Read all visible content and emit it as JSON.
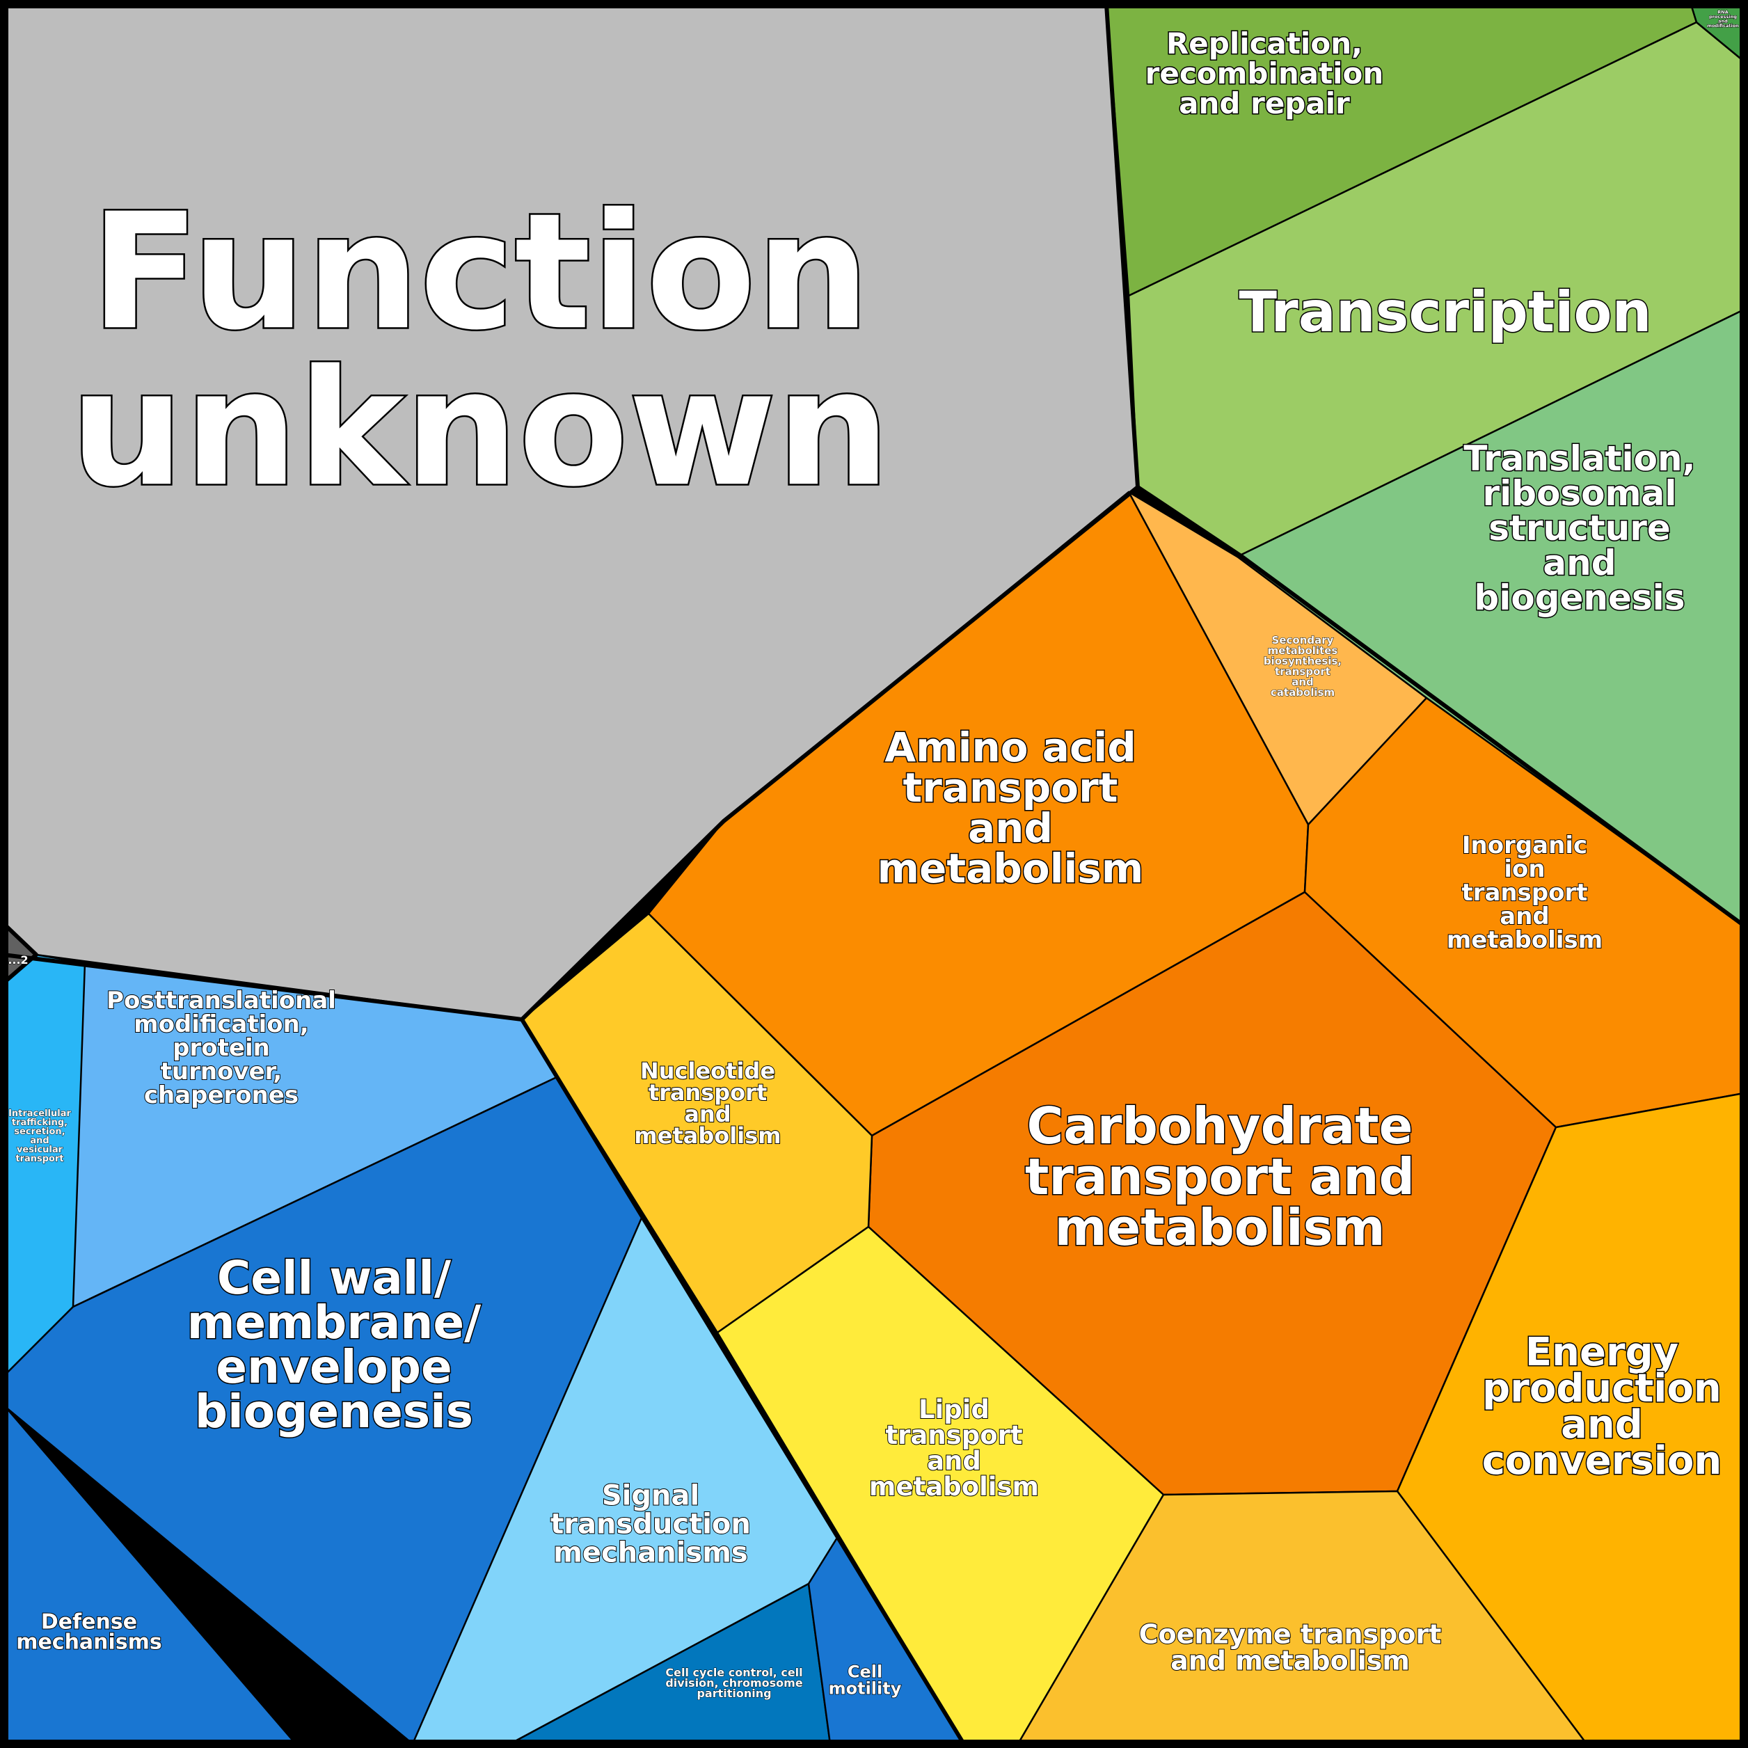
{
  "regions": [
    {
      "id": "function-unknown",
      "label": [
        "Function",
        "unknown"
      ],
      "color": "#bdbdbd"
    },
    {
      "id": "replication",
      "label": [
        "Replication,",
        "recombination",
        "and repair"
      ],
      "color": "#7cb342"
    },
    {
      "id": "transcription",
      "label": [
        "Transcription"
      ],
      "color": "#9ccc65"
    },
    {
      "id": "translation",
      "label": [
        "Translation,",
        "ribosomal",
        "structure",
        "and",
        "biogenesis"
      ],
      "color": "#81c784"
    },
    {
      "id": "rna-processing",
      "label": [
        "RNA",
        "processing",
        "and",
        "modification"
      ],
      "color": "#43a047"
    },
    {
      "id": "secondary-metabolites",
      "label": [
        "Secondary",
        "metabolites",
        "biosynthesis,",
        "transport",
        "and",
        "catabolism"
      ],
      "color": "#ffb74d"
    },
    {
      "id": "amino-acid",
      "label": [
        "Amino acid",
        "transport",
        "and",
        "metabolism"
      ],
      "color": "#fb8c00"
    },
    {
      "id": "inorganic-ion",
      "label": [
        "Inorganic",
        "ion",
        "transport",
        "and",
        "metabolism"
      ],
      "color": "#fb8c00"
    },
    {
      "id": "carbohydrate",
      "label": [
        "Carbohydrate",
        "transport and",
        "metabolism"
      ],
      "color": "#f57c00"
    },
    {
      "id": "nucleotide",
      "label": [
        "Nucleotide",
        "transport",
        "and",
        "metabolism"
      ],
      "color": "#ffca28"
    },
    {
      "id": "energy",
      "label": [
        "Energy",
        "production",
        "and",
        "conversion"
      ],
      "color": "#ffb300"
    },
    {
      "id": "lipid",
      "label": [
        "Lipid",
        "transport",
        "and",
        "metabolism"
      ],
      "color": "#ffeb3b"
    },
    {
      "id": "coenzyme",
      "label": [
        "Coenzyme transport",
        "and metabolism"
      ],
      "color": "#fbc02d"
    },
    {
      "id": "posttranslational",
      "label": [
        "Posttranslational",
        "modification,",
        "protein",
        "turnover,",
        "chaperones"
      ],
      "color": "#64b5f6"
    },
    {
      "id": "intracellular",
      "label": [
        "Intracellular",
        "trafficking,",
        "secretion,",
        "and",
        "vesicular",
        "transport"
      ],
      "color": "#29b6f6"
    },
    {
      "id": "cell-wall",
      "label": [
        "Cell wall/",
        "membrane/",
        "envelope",
        "biogenesis"
      ],
      "color": "#1976d2"
    },
    {
      "id": "defense",
      "label": [
        "Defense",
        "mechanisms"
      ],
      "color": "#1976d2"
    },
    {
      "id": "signal",
      "label": [
        "Signal",
        "transduction",
        "mechanisms"
      ],
      "color": "#81d4fa"
    },
    {
      "id": "cell-cycle",
      "label": [
        "Cell cycle control, cell",
        "division, chromosome",
        "partitioning"
      ],
      "color": "#0277bd"
    },
    {
      "id": "motility",
      "label": [
        "Cell",
        "motility"
      ],
      "color": "#1976d2"
    },
    {
      "id": "other",
      "label": [
        "...2"
      ],
      "color": "#616161"
    }
  ]
}
